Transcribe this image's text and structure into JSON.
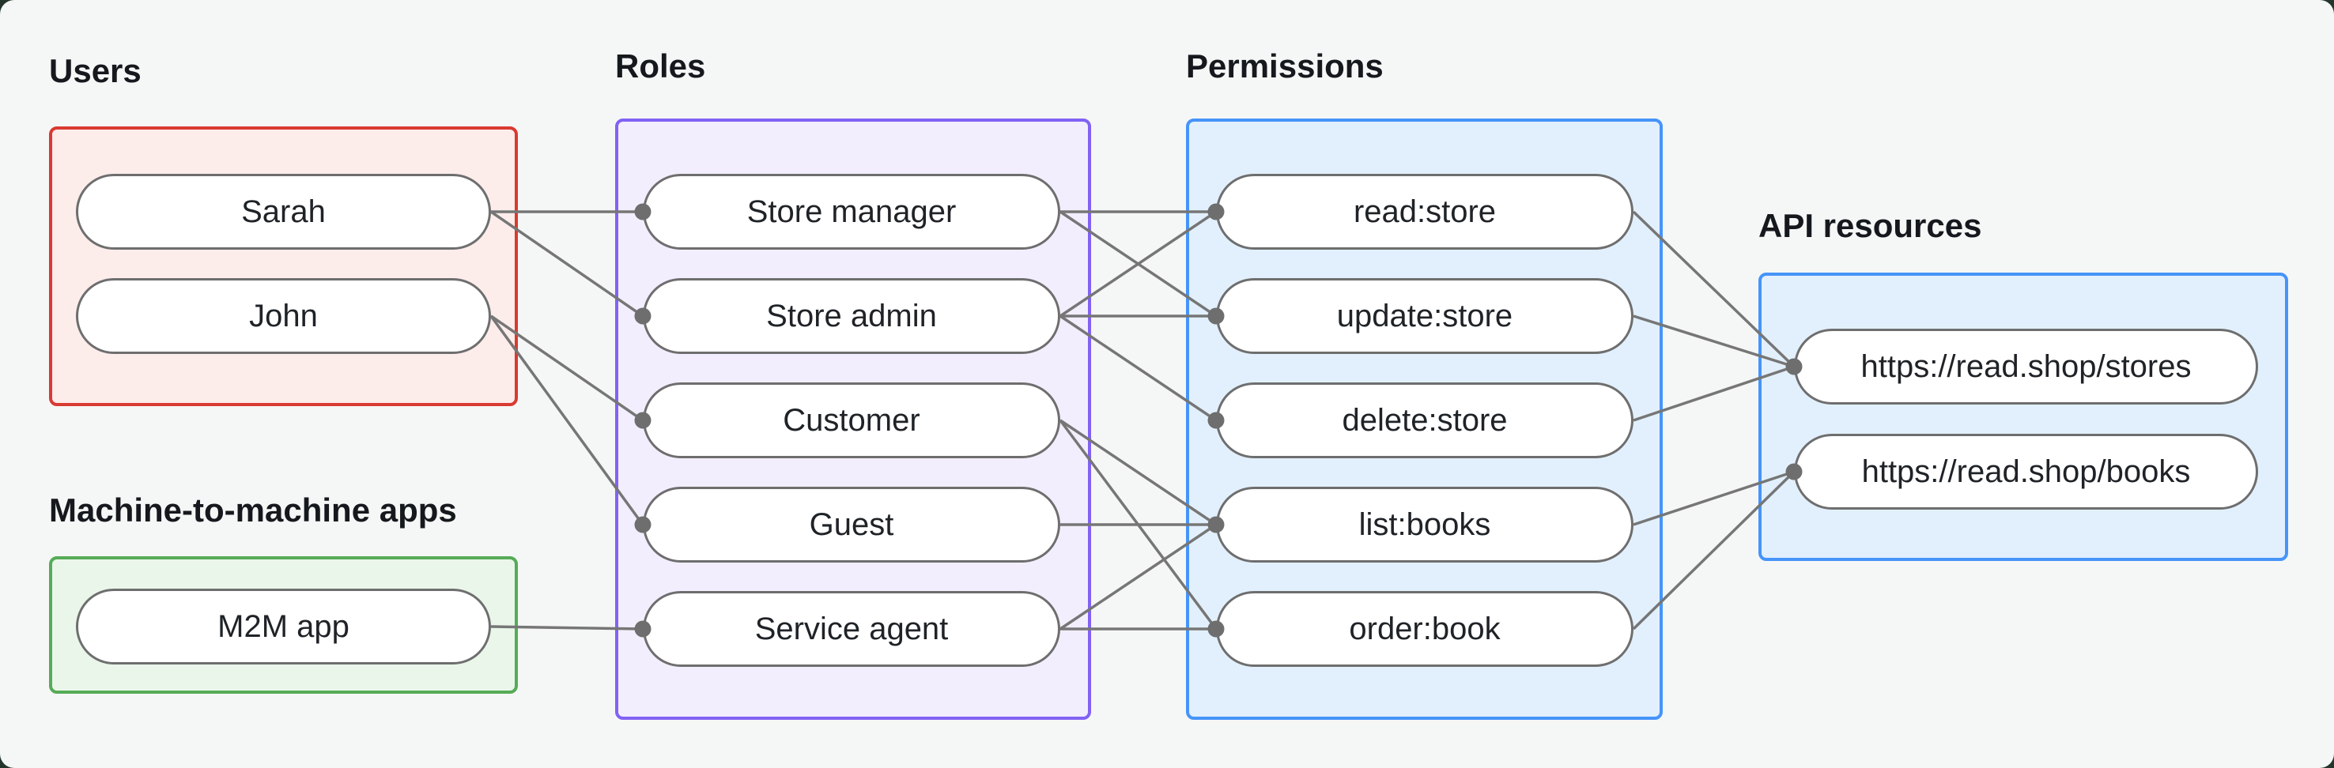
{
  "page": {
    "background_color": "#f5f7f6",
    "outer_background_color": "#24362c"
  },
  "groups": {
    "users": {
      "title": "Users",
      "border_color": "#d93a31",
      "fill_color": "#fcedeb",
      "items": [
        {
          "id": "sarah",
          "label": "Sarah"
        },
        {
          "id": "john",
          "label": "John"
        }
      ]
    },
    "m2m": {
      "title": "Machine-to-machine apps",
      "border_color": "#56ab57",
      "fill_color": "#eaf6ea",
      "items": [
        {
          "id": "m2m-app",
          "label": "M2M app"
        }
      ]
    },
    "roles": {
      "title": "Roles",
      "border_color": "#8262f4",
      "fill_color": "#f3eefe",
      "items": [
        {
          "id": "store-manager",
          "label": "Store manager"
        },
        {
          "id": "store-admin",
          "label": "Store admin"
        },
        {
          "id": "customer",
          "label": "Customer"
        },
        {
          "id": "guest",
          "label": "Guest"
        },
        {
          "id": "service-agent",
          "label": "Service agent"
        }
      ]
    },
    "permissions": {
      "title": "Permissions",
      "border_color": "#4694f9",
      "fill_color": "#e2f0fd",
      "items": [
        {
          "id": "read-store",
          "label": "read:store"
        },
        {
          "id": "update-store",
          "label": "update:store"
        },
        {
          "id": "delete-store",
          "label": "delete:store"
        },
        {
          "id": "list-books",
          "label": "list:books"
        },
        {
          "id": "order-book",
          "label": "order:book"
        }
      ]
    },
    "api": {
      "title": "API resources",
      "border_color": "#4694f9",
      "fill_color": "#e2f0fd",
      "items": [
        {
          "id": "stores",
          "label": "https://read.shop/stores"
        },
        {
          "id": "books",
          "label": "https://read.shop/books"
        }
      ]
    }
  },
  "edges": [
    {
      "from": "sarah",
      "to": "store-manager"
    },
    {
      "from": "sarah",
      "to": "store-admin"
    },
    {
      "from": "john",
      "to": "customer"
    },
    {
      "from": "john",
      "to": "guest"
    },
    {
      "from": "m2m-app",
      "to": "service-agent"
    },
    {
      "from": "store-manager",
      "to": "read-store"
    },
    {
      "from": "store-manager",
      "to": "update-store"
    },
    {
      "from": "store-admin",
      "to": "read-store"
    },
    {
      "from": "store-admin",
      "to": "update-store"
    },
    {
      "from": "store-admin",
      "to": "delete-store"
    },
    {
      "from": "customer",
      "to": "list-books"
    },
    {
      "from": "customer",
      "to": "order-book"
    },
    {
      "from": "guest",
      "to": "list-books"
    },
    {
      "from": "service-agent",
      "to": "list-books"
    },
    {
      "from": "service-agent",
      "to": "order-book"
    },
    {
      "from": "read-store",
      "to": "stores"
    },
    {
      "from": "update-store",
      "to": "stores"
    },
    {
      "from": "delete-store",
      "to": "stores"
    },
    {
      "from": "list-books",
      "to": "books"
    },
    {
      "from": "order-book",
      "to": "books"
    }
  ],
  "edge_style": {
    "line_color": "#767676",
    "dot_color": "#6e6e6e"
  }
}
